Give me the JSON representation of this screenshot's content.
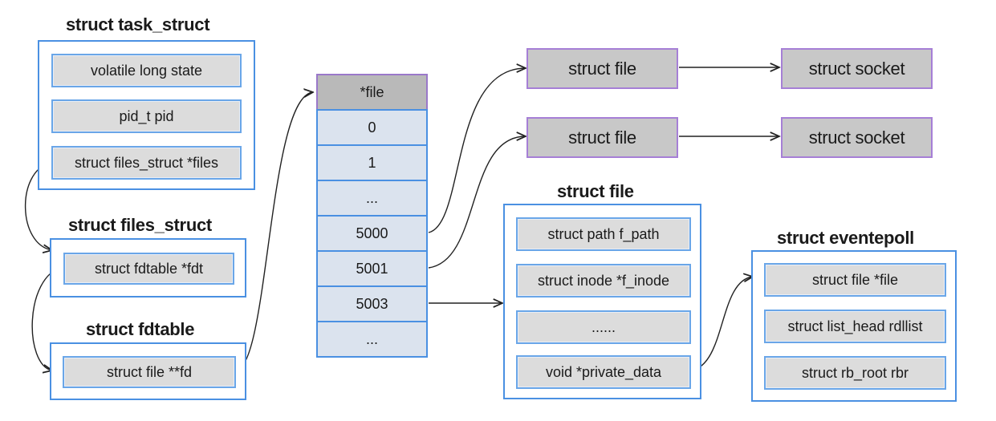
{
  "task_struct": {
    "title": "struct task_struct",
    "fields": [
      "volatile long state",
      "pid_t pid",
      "struct files_struct *files"
    ]
  },
  "files_struct": {
    "title": "struct files_struct",
    "fields": [
      "struct fdtable *fdt"
    ]
  },
  "fdtable": {
    "title": "struct fdtable",
    "fields": [
      "struct file **fd"
    ]
  },
  "fd_array": {
    "header": "*file",
    "cells": [
      "0",
      "1",
      "...",
      "5000",
      "5001",
      "5003",
      "..."
    ]
  },
  "socket_files": [
    {
      "file": "struct file",
      "socket": "struct socket"
    },
    {
      "file": "struct file",
      "socket": "struct socket"
    }
  ],
  "struct_file": {
    "title": "struct file",
    "fields": [
      "struct path f_path",
      "struct inode *f_inode",
      "......",
      "void *private_data"
    ]
  },
  "eventpoll": {
    "title": "struct eventepoll",
    "fields": [
      "struct file *file",
      "struct list_head rdllist",
      "struct rb_root rbr"
    ]
  },
  "colors": {
    "frame_blue": "#4a90e2",
    "field_gray": "#dcdcdc",
    "purple": "#a67fd6"
  }
}
